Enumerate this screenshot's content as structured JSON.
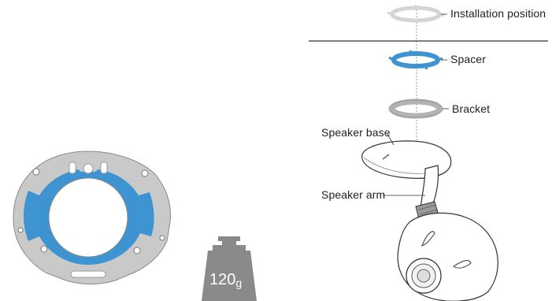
{
  "labels": {
    "installation_position": "Installation position",
    "spacer": "Spacer",
    "bracket": "Bracket",
    "speaker_base": "Speaker base",
    "speaker_arm": "Speaker arm"
  },
  "weight": {
    "value": "120",
    "unit": "g"
  },
  "colors": {
    "spacer_blue": "#3d94d0",
    "bracket_gray": "#b3b3b3",
    "ghost_gray": "#d4d4d4",
    "weight_gray": "#8a8a8a",
    "line": "#333333"
  }
}
